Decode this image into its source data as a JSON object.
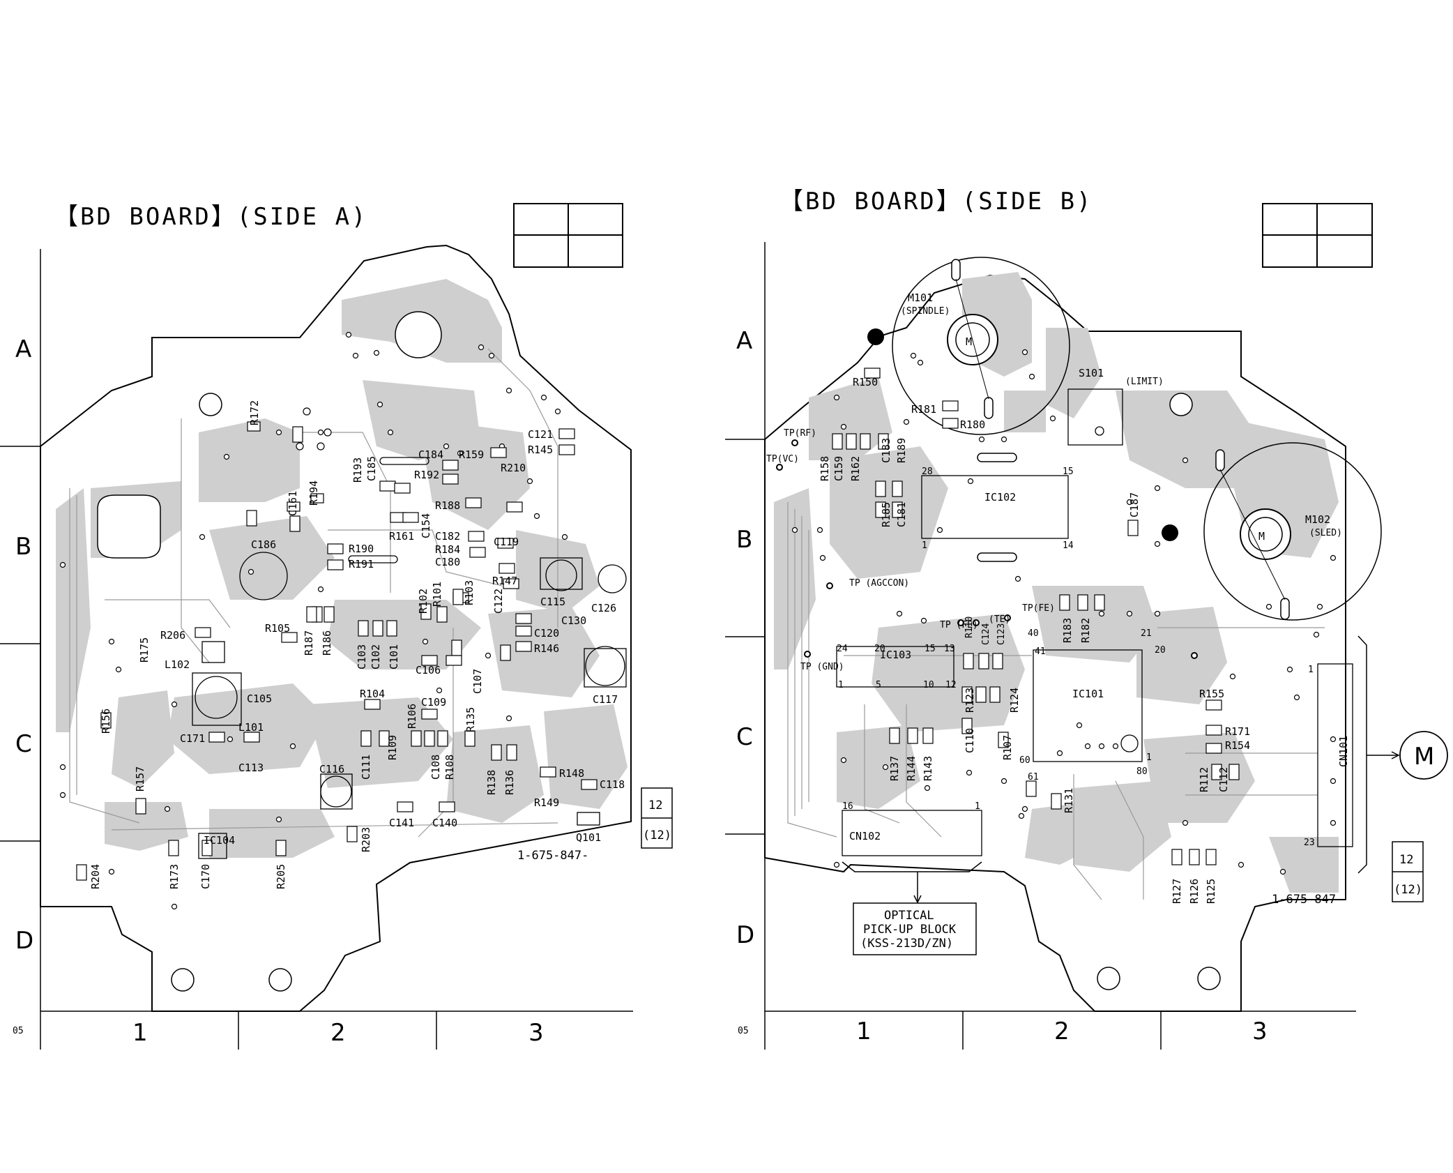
{
  "boards": [
    {
      "title": "【BD BOARD】(SIDE A)",
      "part_number": "1-675-847-",
      "rows": [
        "A",
        "B",
        "C",
        "D"
      ],
      "cols": [
        "1",
        "2",
        "3"
      ],
      "row_index_code": "05",
      "page_ref": [
        "12",
        "(12)"
      ],
      "parts": [
        {
          "id": "r172",
          "t": "R172"
        },
        {
          "id": "c161",
          "t": "C161"
        },
        {
          "id": "r194",
          "t": "R194"
        },
        {
          "id": "r193",
          "t": "R193"
        },
        {
          "id": "c185",
          "t": "C185"
        },
        {
          "id": "c184",
          "t": "C184"
        },
        {
          "id": "r159",
          "t": "R159"
        },
        {
          "id": "c121",
          "t": "C121"
        },
        {
          "id": "r145",
          "t": "R145"
        },
        {
          "id": "r210",
          "t": "R210"
        },
        {
          "id": "r192",
          "t": "R192"
        },
        {
          "id": "r188",
          "t": "R188"
        },
        {
          "id": "c154",
          "t": "C154"
        },
        {
          "id": "r161",
          "t": "R161"
        },
        {
          "id": "c182",
          "t": "C182"
        },
        {
          "id": "r184",
          "t": "R184"
        },
        {
          "id": "c180",
          "t": "C180"
        },
        {
          "id": "c119",
          "t": "C119"
        },
        {
          "id": "c186",
          "t": "C186"
        },
        {
          "id": "r190",
          "t": "R190"
        },
        {
          "id": "r191",
          "t": "R191"
        },
        {
          "id": "r147",
          "t": "R147"
        },
        {
          "id": "r102",
          "t": "R102"
        },
        {
          "id": "r101",
          "t": "R101"
        },
        {
          "id": "r103",
          "t": "R103"
        },
        {
          "id": "c122",
          "t": "C122"
        },
        {
          "id": "c115",
          "t": "C115"
        },
        {
          "id": "c126",
          "t": "C126"
        },
        {
          "id": "c130",
          "t": "C130"
        },
        {
          "id": "r206",
          "t": "R206"
        },
        {
          "id": "r105",
          "t": "R105"
        },
        {
          "id": "r187",
          "t": "R187"
        },
        {
          "id": "r186",
          "t": "R186"
        },
        {
          "id": "c103",
          "t": "C103"
        },
        {
          "id": "c102",
          "t": "C102"
        },
        {
          "id": "c101",
          "t": "C101"
        },
        {
          "id": "c120",
          "t": "C120"
        },
        {
          "id": "r146",
          "t": "R146"
        },
        {
          "id": "r175",
          "t": "R175"
        },
        {
          "id": "l102",
          "t": "L102"
        },
        {
          "id": "c106",
          "t": "C106"
        },
        {
          "id": "c107",
          "t": "C107"
        },
        {
          "id": "c117",
          "t": "C117"
        },
        {
          "id": "c105",
          "t": "C105"
        },
        {
          "id": "r104",
          "t": "R104"
        },
        {
          "id": "c109",
          "t": "C109"
        },
        {
          "id": "l101",
          "t": "L101"
        },
        {
          "id": "r156",
          "t": "R156"
        },
        {
          "id": "c171",
          "t": "C171"
        },
        {
          "id": "r106",
          "t": "R106"
        },
        {
          "id": "r135",
          "t": "R135"
        },
        {
          "id": "c113",
          "t": "C113"
        },
        {
          "id": "r109",
          "t": "R109"
        },
        {
          "id": "c111",
          "t": "C111"
        },
        {
          "id": "c108",
          "t": "C108"
        },
        {
          "id": "r108",
          "t": "R108"
        },
        {
          "id": "r138",
          "t": "R138"
        },
        {
          "id": "r136",
          "t": "R136"
        },
        {
          "id": "r148",
          "t": "R148"
        },
        {
          "id": "c118",
          "t": "C118"
        },
        {
          "id": "c116",
          "t": "C116"
        },
        {
          "id": "r157",
          "t": "R157"
        },
        {
          "id": "r149",
          "t": "R149"
        },
        {
          "id": "c141",
          "t": "C141"
        },
        {
          "id": "c140",
          "t": "C140"
        },
        {
          "id": "ic104",
          "t": "IC104"
        },
        {
          "id": "r203",
          "t": "R203"
        },
        {
          "id": "q101",
          "t": "Q101"
        },
        {
          "id": "r173",
          "t": "R173"
        },
        {
          "id": "c170",
          "t": "C170"
        },
        {
          "id": "r205",
          "t": "R205"
        },
        {
          "id": "r204",
          "t": "R204"
        }
      ]
    },
    {
      "title": "【BD BOARD】(SIDE B)",
      "part_number": "1-675-847-",
      "rows": [
        "A",
        "B",
        "C",
        "D"
      ],
      "cols": [
        "1",
        "2",
        "3"
      ],
      "row_index_code": "05",
      "page_ref": [
        "12",
        "(12)"
      ],
      "motors": [
        {
          "id": "m101",
          "t": "M101",
          "sub": "(SPINDLE)",
          "sym": "M"
        },
        {
          "id": "m102",
          "t": "M102",
          "sub": "(SLED)",
          "sym": "M"
        }
      ],
      "external_motor_symbol": "M",
      "optical_block": [
        "OPTICAL",
        "PICK-UP BLOCK",
        "(KSS-213D/ZN)"
      ],
      "parts": [
        {
          "id": "r150",
          "t": "R150"
        },
        {
          "id": "s101",
          "t": "S101"
        },
        {
          "id": "limit",
          "t": "(LIMIT)"
        },
        {
          "id": "r181",
          "t": "R181"
        },
        {
          "id": "r180",
          "t": "R180"
        },
        {
          "id": "tprf",
          "t": "TP(RF)"
        },
        {
          "id": "tpvc",
          "t": "TP(VC)"
        },
        {
          "id": "r158",
          "t": "R158"
        },
        {
          "id": "c159",
          "t": "C159"
        },
        {
          "id": "r162",
          "t": "R162"
        },
        {
          "id": "c183",
          "t": "C183"
        },
        {
          "id": "r189",
          "t": "R189"
        },
        {
          "id": "ic102",
          "t": "IC102"
        },
        {
          "id": "c187",
          "t": "C187"
        },
        {
          "id": "r185",
          "t": "R185"
        },
        {
          "id": "c181",
          "t": "C181"
        },
        {
          "id": "tpagc",
          "t": "TP (AGCCON)"
        },
        {
          "id": "tpfe",
          "t": "TP (FE)"
        },
        {
          "id": "r110",
          "t": "R110"
        },
        {
          "id": "c124",
          "t": "C124"
        },
        {
          "id": "tpte",
          "t": "(TE)"
        },
        {
          "id": "c123",
          "t": "C123"
        },
        {
          "id": "tpfe2",
          "t": "TP(FE)"
        },
        {
          "id": "r183",
          "t": "R183"
        },
        {
          "id": "r182",
          "t": "R182"
        },
        {
          "id": "ic103",
          "t": "IC103"
        },
        {
          "id": "tpgnd",
          "t": "TP (GND)"
        },
        {
          "id": "r123",
          "t": "R123"
        },
        {
          "id": "r124",
          "t": "R124"
        },
        {
          "id": "ic101",
          "t": "IC101"
        },
        {
          "id": "r155",
          "t": "R155"
        },
        {
          "id": "r171",
          "t": "R171"
        },
        {
          "id": "r154",
          "t": "R154"
        },
        {
          "id": "cn101",
          "t": "CN101"
        },
        {
          "id": "c110",
          "t": "C110"
        },
        {
          "id": "r107",
          "t": "R107"
        },
        {
          "id": "r137",
          "t": "R137"
        },
        {
          "id": "r144",
          "t": "R144"
        },
        {
          "id": "r143",
          "t": "R143"
        },
        {
          "id": "r112",
          "t": "R112"
        },
        {
          "id": "c112",
          "t": "C112"
        },
        {
          "id": "r131",
          "t": "R131"
        },
        {
          "id": "cn102",
          "t": "CN102"
        },
        {
          "id": "r127",
          "t": "R127"
        },
        {
          "id": "r126",
          "t": "R126"
        },
        {
          "id": "r125",
          "t": "R125"
        }
      ],
      "pins": {
        "ic102": [
          "28",
          "15",
          "1",
          "14"
        ],
        "ic103": [
          "24",
          "20",
          "15",
          "13",
          "1",
          "5",
          "10",
          "12"
        ],
        "ic101": [
          "41",
          "40",
          "21",
          "20",
          "60",
          "61",
          "80",
          "1"
        ],
        "cn102": [
          "16",
          "1"
        ],
        "cn101": [
          "1",
          "23"
        ]
      }
    }
  ]
}
